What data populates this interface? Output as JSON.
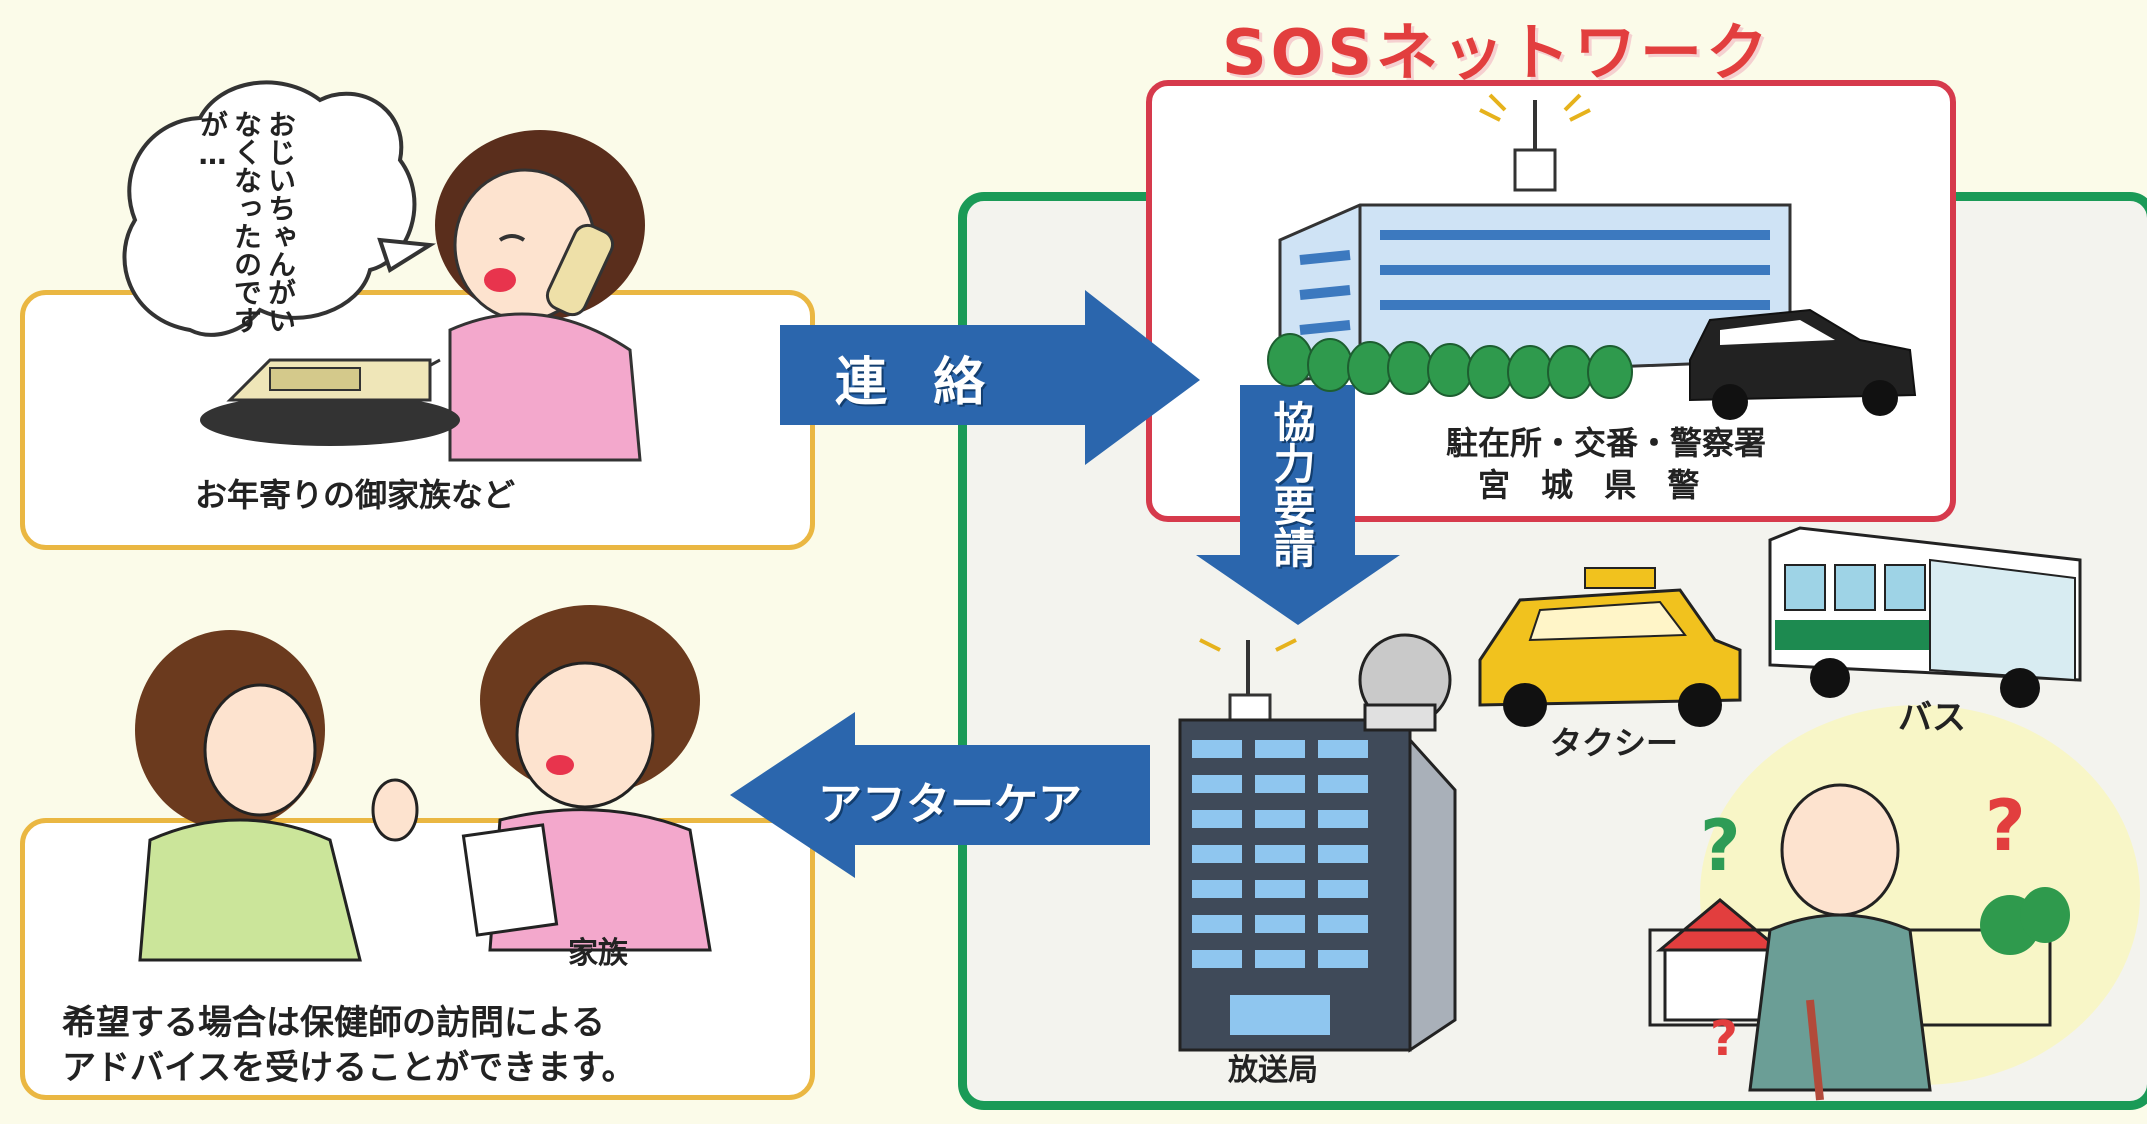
{
  "title": "SOSネットワーク",
  "bubble_text": "おじいちゃんがいなくなったのですが…",
  "family_top_label": "お年寄りの御家族など",
  "arrow_contact": "連 絡",
  "arrow_cooperation": "協力要請",
  "arrow_aftercare": "アフターケア",
  "police_label_line1": "駐在所・交番・警察署",
  "police_label_line2": "宮 城 県 警",
  "taxi_label": "タクシー",
  "bus_label": "バス",
  "broadcast_label": "放送局",
  "family_bottom_label": "家族",
  "advice_line1": "希望する場合は保健師の訪問による",
  "advice_line2": "アドバイスを受けることができます。",
  "colors": {
    "title": "#e23e3e",
    "green_frame": "#1a9a57",
    "red_frame": "#d63a4c",
    "yellow_frame": "#eab742",
    "arrow_blue": "#2b66ad"
  }
}
